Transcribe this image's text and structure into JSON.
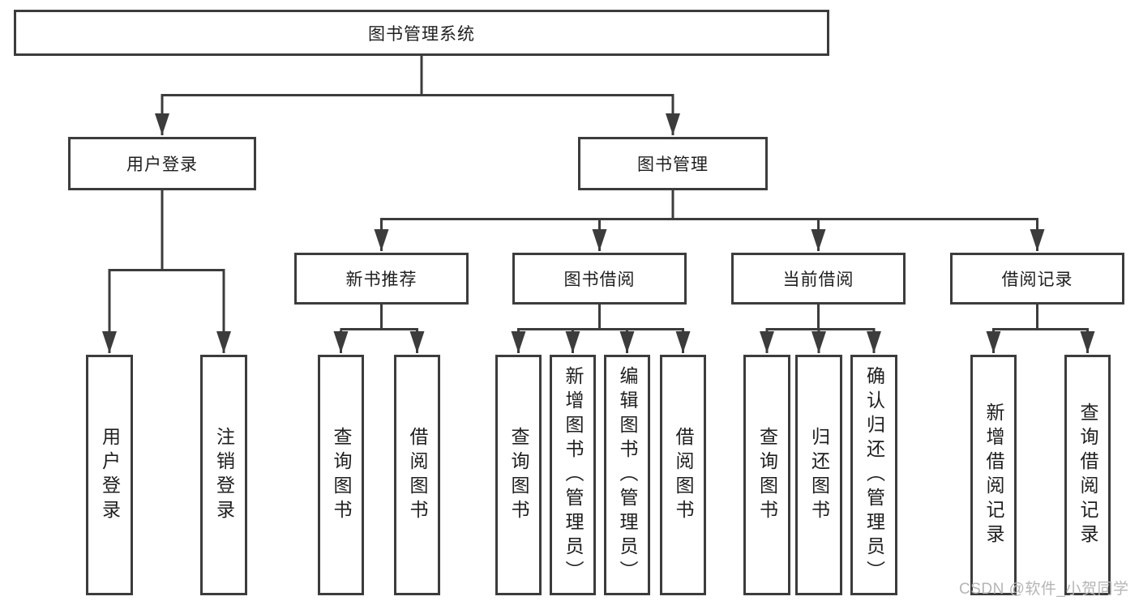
{
  "diagram": {
    "root": {
      "label": "图书管理系统"
    },
    "level2": [
      {
        "id": "user-login",
        "label": "用户登录"
      },
      {
        "id": "book-management",
        "label": "图书管理"
      }
    ],
    "level3": [
      {
        "id": "new-book-recommendation",
        "label": "新书推荐"
      },
      {
        "id": "book-borrowing",
        "label": "图书借阅"
      },
      {
        "id": "current-borrowing",
        "label": "当前借阅"
      },
      {
        "id": "borrowing-records",
        "label": "借阅记录"
      }
    ],
    "leaves": [
      {
        "group": "user-login",
        "label": "用户登录"
      },
      {
        "group": "user-login",
        "label": "注销登录"
      },
      {
        "group": "new-book-recommendation",
        "label": "查询图书"
      },
      {
        "group": "new-book-recommendation",
        "label": "借阅图书"
      },
      {
        "group": "book-borrowing",
        "label": "查询图书"
      },
      {
        "group": "book-borrowing",
        "label": "新增图书（管理员）"
      },
      {
        "group": "book-borrowing",
        "label": "编辑图书（管理员）"
      },
      {
        "group": "book-borrowing",
        "label": "借阅图书"
      },
      {
        "group": "current-borrowing",
        "label": "查询图书"
      },
      {
        "group": "current-borrowing",
        "label": "归还图书"
      },
      {
        "group": "current-borrowing",
        "label": "确认归还（管理员）"
      },
      {
        "group": "borrowing-records",
        "label": "新增借阅记录"
      },
      {
        "group": "borrowing-records",
        "label": "查询借阅记录"
      }
    ],
    "watermark": "CSDN @软件_小贺同学",
    "colors": {
      "line": "#3c3c3c",
      "text": "#1e1e1e",
      "watermark_text": "#b5b5b5",
      "background": "#ffffff"
    }
  }
}
